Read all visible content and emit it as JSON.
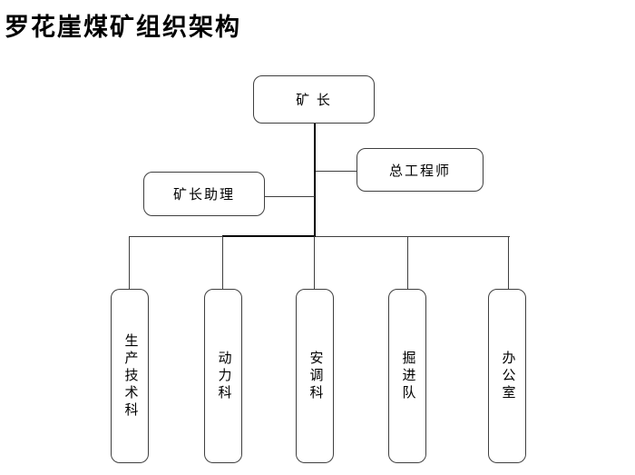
{
  "title": "罗花崖煤矿组织架构",
  "org_chart": {
    "root": {
      "label": "矿 长"
    },
    "staff_nodes": {
      "chief_engineer": {
        "label": "总工程师"
      },
      "director_assistant": {
        "label": "矿长助理"
      }
    },
    "departments": [
      {
        "label": "生产技术科"
      },
      {
        "label": "动力科"
      },
      {
        "label": "安调科"
      },
      {
        "label": "掘进队"
      },
      {
        "label": "办公室"
      }
    ]
  },
  "colors": {
    "background": "#ffffff",
    "text": "#000000",
    "border": "#3f3f3f",
    "line": "#3f3f3f",
    "trunk": "#000000"
  }
}
